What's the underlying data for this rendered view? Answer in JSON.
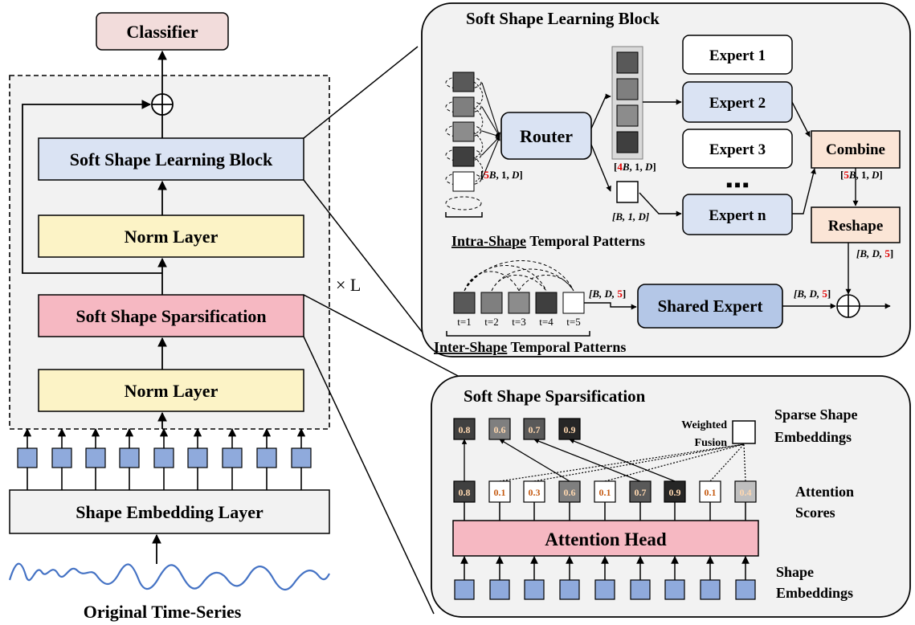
{
  "left": {
    "classifier": "Classifier",
    "sslb": "Soft Shape Learning Block",
    "norm_top": "Norm Layer",
    "sss": "Soft Shape Sparsification",
    "norm_bottom": "Norm Layer",
    "embed": "Shape Embedding Layer",
    "series": "Original Time-Series",
    "repeat": "× L"
  },
  "ssl": {
    "title": "Soft Shape Learning Block",
    "router": "Router",
    "experts": [
      "Expert 1",
      "Expert 2",
      "Expert 3",
      "Expert n"
    ],
    "dots": "■ ■ ■",
    "combine": "Combine",
    "reshape": "Reshape",
    "shared": "Shared Expert",
    "intra": "Intra-Shape",
    "inter": "Inter-Shape",
    "temporal": "Temporal Patterns",
    "timesteps": [
      "t=1",
      "t=2",
      "t=3",
      "t=4",
      "t=5"
    ],
    "dim_router_in": [
      "[",
      "5",
      "B",
      ", 1, ",
      "D",
      "]"
    ],
    "dim_4b": [
      "[",
      "4",
      "B",
      ", 1, ",
      "D",
      "]"
    ],
    "dim_b": "[B, 1, D]",
    "dim_combine": [
      "[",
      "5",
      "B",
      ", 1, ",
      "D",
      "]"
    ],
    "dim_reshape": [
      "[B, D, ",
      "5",
      "]"
    ],
    "dim_inter": [
      "[B, D, ",
      "5",
      "]"
    ],
    "dim_shared": [
      "[B, D, ",
      "5",
      "]"
    ]
  },
  "sparse": {
    "title": "Soft Shape Sparsification",
    "weighted": "Weighted",
    "fusion": "Fusion",
    "sparse_label": [
      "Sparse Shape",
      "Embeddings"
    ],
    "attention_label": [
      "Attention",
      "Scores"
    ],
    "shape_label": [
      "Shape",
      "Embeddings"
    ],
    "head": "Attention Head",
    "scores": [
      "0.8",
      "0.1",
      "0.3",
      "0.6",
      "0.1",
      "0.7",
      "0.9",
      "0.1",
      "0.4"
    ],
    "top": [
      "0.8",
      "0.6",
      "0.7",
      "0.9"
    ]
  },
  "colors": {
    "blue": "#dae3f3",
    "yellow": "#fcf3c6",
    "pink": "#f6b8c2",
    "classifier": "#f2dcdb",
    "orange": "#fbe5d6",
    "embed": "#f2f2f2",
    "panel": "#f2f2f2",
    "square": "#8faadc",
    "shared": "#b4c7e7",
    "red": "#e00000",
    "score": "#c55a11",
    "wave": "#4472c4"
  }
}
